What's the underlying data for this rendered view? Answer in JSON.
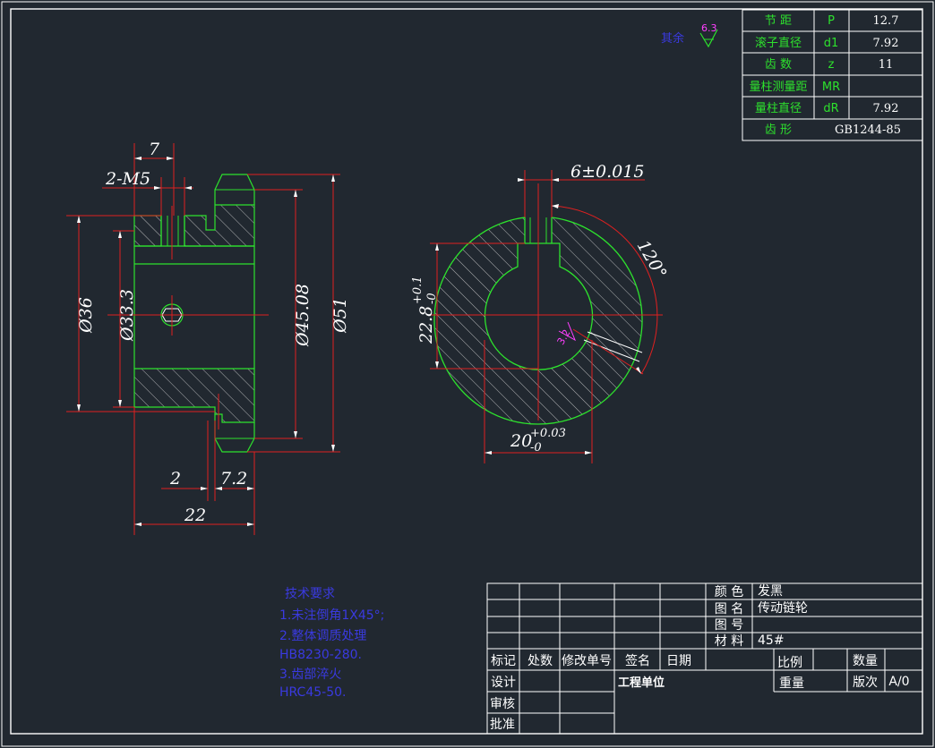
{
  "param_table": {
    "rows": [
      {
        "label": "节    距",
        "symbol": "P",
        "value": "12.7"
      },
      {
        "label": "滚子直径",
        "symbol": "d1",
        "value": "7.92"
      },
      {
        "label": "齿    数",
        "symbol": "z",
        "value": "11"
      },
      {
        "label": "量柱测量距",
        "symbol": "MR",
        "value": ""
      },
      {
        "label": "量柱直径",
        "symbol": "dR",
        "value": "7.92"
      },
      {
        "label": "齿    形",
        "symbol": "",
        "value": "GB1244-85"
      }
    ]
  },
  "roughness_note": {
    "text": "其余",
    "value": "6.3"
  },
  "side_view_dims": {
    "width_top": "7",
    "thread": "2-M5",
    "dia_outer_left": "Ø36",
    "dia_inner": "Ø33.3",
    "dia_pitch": "Ø45.08",
    "dia_tip": "Ø51",
    "dim_2": "2",
    "dim_72": "7.2",
    "dim_22": "22"
  },
  "front_view_dims": {
    "keyway": "6±0.015",
    "angle": "120°",
    "key_depth": "22.8",
    "key_depth_tol_up": "+0.1",
    "key_depth_tol_low": "-0",
    "bore": "20",
    "bore_tol_up": "+0.03",
    "bore_tol_low": "-0",
    "roughness": "3.2"
  },
  "tech_requirements": {
    "title": "技术要求",
    "lines": [
      "1.未注倒角1X45°;",
      "2.整体调质处理",
      "  HB8230-280.",
      "3.齿部淬火",
      "HRC45-50."
    ]
  },
  "title_block": {
    "color_label": "颜    色",
    "color_value": "发黑",
    "name_label": "图    名",
    "name_value": "传动链轮",
    "number_label": "图    号",
    "number_value": "",
    "material_label": "材    料",
    "material_value": "45#",
    "col_mark": "标记",
    "col_count": "处数",
    "col_change": "修改单号",
    "col_sign": "签名",
    "col_date": "日期",
    "scale": "比例",
    "quantity": "数量",
    "design": "设计",
    "company": "工程单位",
    "weight": "重量",
    "revision_label": "版次",
    "revision_value": "A/0",
    "review": "审核",
    "approve": "批准"
  }
}
